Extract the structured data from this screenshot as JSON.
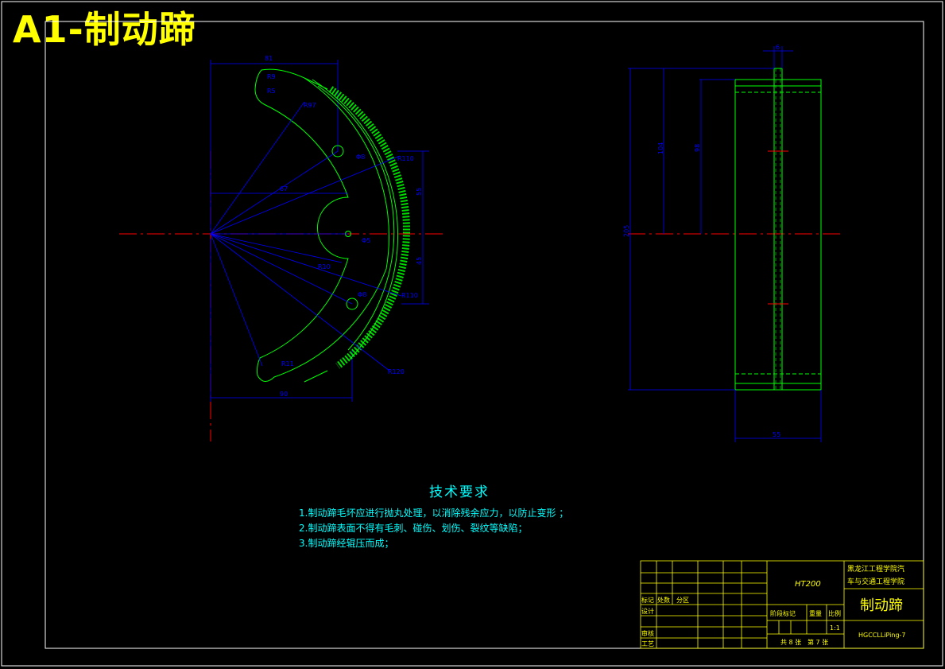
{
  "sheet": {
    "title": "A1-制动蹄"
  },
  "dimensions": {
    "front": {
      "d81": "81",
      "r9": "R9",
      "r5": "R5",
      "r97": "R97",
      "hole1": "Φ8",
      "r110_top": "R110",
      "d67": "67",
      "d55": "55",
      "hole_center": "Φ5",
      "r10": "R10",
      "d45": "45",
      "hole2": "Φ8",
      "r110_bottom": "R110",
      "r11": "R11",
      "r120": "R120",
      "d90": "90"
    },
    "side": {
      "d6": "6",
      "d104": "104",
      "d98": "98",
      "d205": "205",
      "d55": "55"
    }
  },
  "technical_requirements": {
    "title": "技术要求",
    "items": [
      "1.制动蹄毛坏应进行抛丸处理，以消除残余应力，以防止变形 ；",
      "2.制动蹄表面不得有毛刺、碰伤、划伤、裂纹等缺陷；",
      "3.制动蹄经辊压而成；"
    ]
  },
  "title_block": {
    "material": "HT200",
    "school": [
      "黑龙江工程学院汽",
      "车与交通工程学院"
    ],
    "part_name": "制动蹄",
    "drawing_no": "HGCCLLiPing-7",
    "labels": {
      "mark": "标记",
      "count": "处数",
      "zone": "分区",
      "design": "设计",
      "review": "审核",
      "process": "工艺",
      "stage": "阶段标记",
      "weight": "重量",
      "ratio": "比例"
    },
    "scale": "1:1",
    "sheets_total": "共 8 张",
    "sheet_no": "第 7 张"
  }
}
